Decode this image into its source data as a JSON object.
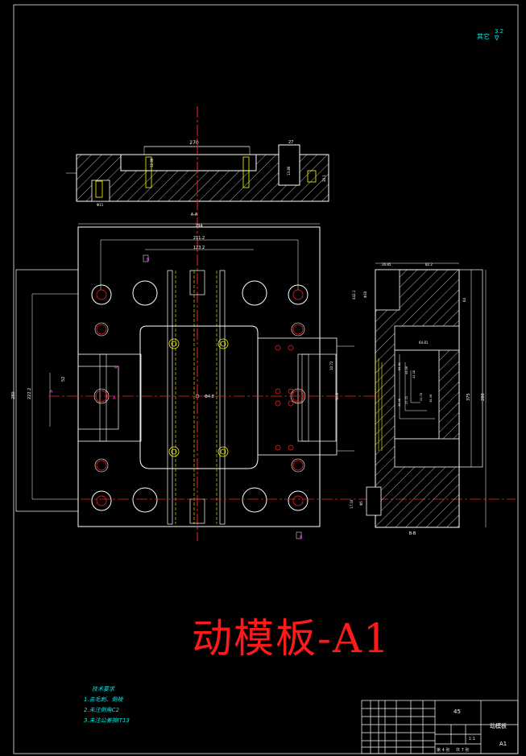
{
  "drawing": {
    "title": "动模板-A1",
    "surface_roughness": {
      "label": "其它",
      "value": "3.2"
    },
    "section_labels": {
      "top": "A-A",
      "side": "B-B"
    },
    "technical_notes": {
      "heading": "技术要求",
      "items": [
        "1.去毛刺、倒棱",
        "2.未注倒角C2",
        "3.未注公差按IT13"
      ]
    },
    "title_block": {
      "material": "45",
      "part_name": "动模板",
      "drawing_code": "A1",
      "scale": "1:1",
      "sheet": "第 4 张",
      "total_sheets": "共 7 张"
    },
    "dimensions": {
      "top_view": {
        "width": "270",
        "dim_a": "12.88",
        "dim_b": "13.86",
        "dim_c": "27",
        "dim_d": "18.88",
        "dim_e": "30.1",
        "dim_f": "Φ11"
      },
      "plan_view": {
        "overall_width": "294",
        "hole_span": "211.2",
        "inner_span": "123.2",
        "height": "280",
        "height_inner": "222.2",
        "slot": "52",
        "center_label": "Φ4.8",
        "right_dim": "134",
        "small_dim": "10.72",
        "small_dim2": "10.8",
        "b_mark": "B",
        "a_mark": "A"
      },
      "side_view": {
        "top_dims": [
          "26.85",
          "82.2"
        ],
        "height": "375",
        "outer_height": "280",
        "dim_64": "64",
        "dim_64_81": "64.81",
        "inner_dims": [
          "55.81",
          "49.06",
          "42.28",
          "38.46",
          "27.72",
          "22.78",
          "16.39"
        ],
        "left_dims": [
          "442.1",
          "Φ30"
        ],
        "bottom_dims": [
          "17.16",
          "Φ5"
        ]
      }
    }
  }
}
